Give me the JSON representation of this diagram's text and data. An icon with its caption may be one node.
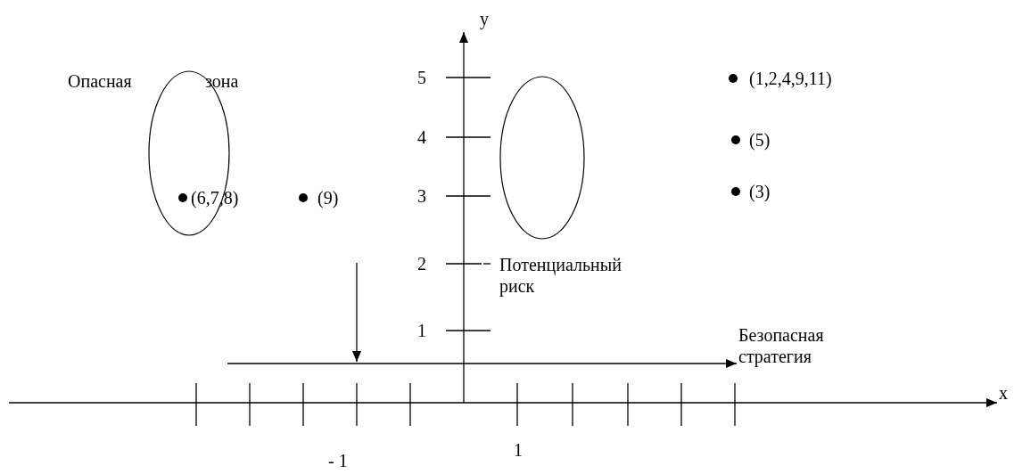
{
  "diagram": {
    "nodes": [
      {
        "text": [
          "Опасная",
          "зона"
        ]
      },
      {
        "text": [],
        "shape": "ellipse"
      },
      {
        "text": [
          "Безопасная стратегия"
        ]
      }
    ],
    "edges": [
      {
        "from": null,
        "to": 2,
        "arrow": "to"
      }
    ],
    "labels": [
      "y",
      "5",
      "(1,2,4,9,11)",
      "4",
      "(5)",
      "(6,7,8)",
      "(9)",
      "3",
      "(3)",
      "2",
      "Потенциальный риск",
      "1",
      "x",
      "- 1",
      "1"
    ]
  }
}
